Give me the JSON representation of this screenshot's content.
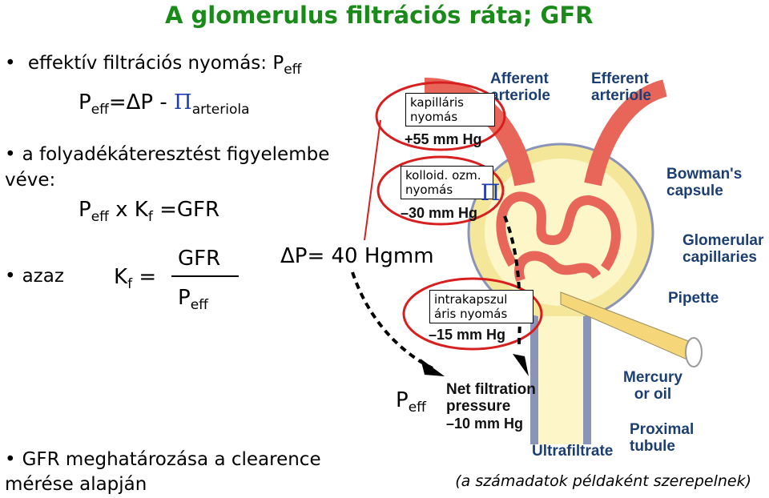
{
  "title": "A glomerulus filtrációs ráta; GFR",
  "left": {
    "bullet1": "effektív filtrációs nyomás: P",
    "bullet1_sub": "eff",
    "eq1_p": "P",
    "eq1_sub": "eff",
    "eq1_mid": "=ΔP - ",
    "eq1_pi": "Π",
    "eq1_pisub": "arteriola",
    "bullet2_line1": "a folyadékáteresztést figyelembe",
    "bullet2_line2": "véve:",
    "eq2_p": "P",
    "eq2_sub": "eff",
    "eq2_mid": " x K",
    "eq2_ksub": "f",
    "eq2_end": " =GFR",
    "bullet3": "azaz",
    "kf_k": "K",
    "kf_sub": "f",
    "kf_eq": " =",
    "frac_num": "GFR",
    "frac_den_p": "P",
    "frac_den_sub": "eff",
    "bullet4_line1": "GFR meghatározása a clearence",
    "bullet4_line2": "mérése alapján"
  },
  "center": {
    "delta_p": "ΔP= 40 Hgmm",
    "peff_p": "P",
    "peff_sub": "eff"
  },
  "diagram": {
    "afferent": "Afferent\narteriole",
    "efferent": "Efferent\narteriole",
    "bowmans": "Bowman's\ncapsule",
    "glomerular": "Glomerular\ncapillaries",
    "pipette": "Pipette",
    "mercury": "Mercury\nor oil",
    "proximal": "Proximal\ntubule",
    "ultrafiltrate": "Ultrafiltrate",
    "net_filtration": "Net filtration\npressure",
    "mm55": "+55 mm Hg",
    "mm30": "–30 mm Hg",
    "mm15": "–15 mm Hg",
    "mm10": "–10 mm Hg",
    "box_kapillaris": "kapilláris nyomás",
    "box_kolloid": "kolloid. ozm. nyomás",
    "box_intra": "intrakapszul áris nyomás",
    "pi_symbol": "Π"
  },
  "footnote": "(a számadatok példaként szerepelnek)",
  "colors": {
    "title": "#1a8a1a",
    "vessel": "#e8655a",
    "capsule": "#f5e79a",
    "tubule_wall": "#8a93b8",
    "circle": "#d81f1f",
    "arrow": "#000000"
  }
}
